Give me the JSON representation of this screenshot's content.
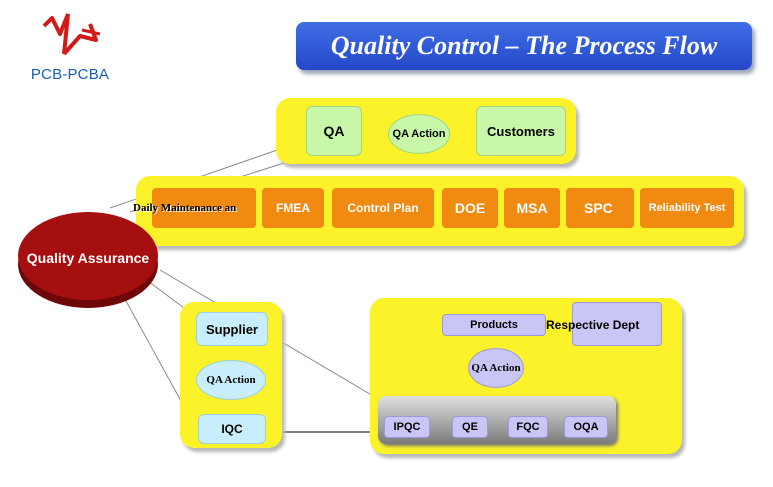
{
  "logo": {
    "text": "PCB-PCBA"
  },
  "title": "Quality Control – The Process Flow",
  "top_group": {
    "qa": "QA",
    "qa_action": "QA Action",
    "customers": "Customers"
  },
  "middle_group": {
    "items": [
      "Daily Maintenance an",
      "FMEA",
      "Control Plan",
      "DOE",
      "MSA",
      "SPC",
      "Reliability Test"
    ]
  },
  "quality_assurance": "Quality Assurance",
  "supplier_group": {
    "supplier": "Supplier",
    "qa_action": "QA Action",
    "iqc": "IQC"
  },
  "dept_group": {
    "products": "Products",
    "respective_dept": "Respective Dept",
    "qa_action": "QA Action",
    "stages": [
      "IPQC",
      "QE",
      "FQC",
      "OQA"
    ]
  },
  "colors": {
    "title_blue": "#2f5ad6",
    "yellow": "#fbf22a",
    "orange": "#f18a10",
    "green": "#c8f7a8",
    "light_blue": "#c7eefa",
    "purple": "#c9c6f5",
    "dark_red": "#9b0e0e"
  },
  "icons": {
    "logo": "pcb-logo-icon"
  }
}
